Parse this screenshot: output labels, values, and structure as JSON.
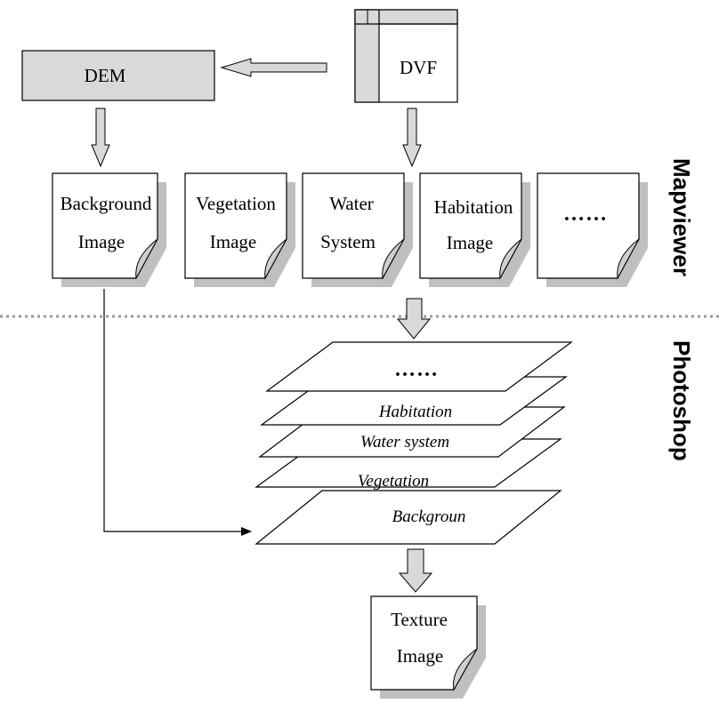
{
  "nodes": {
    "dem": "DEM",
    "dvf": "DVF",
    "background_image": [
      "Background",
      "Image"
    ],
    "vegetation_image": [
      "Vegetation",
      "Image"
    ],
    "water_system": [
      "Water",
      "System"
    ],
    "habitation_image": [
      "Habitation",
      "Image"
    ],
    "more_docs": "……",
    "texture_image": [
      "Texture",
      "Image"
    ]
  },
  "layers": {
    "more": "……",
    "habitation": "Habitation",
    "water_system": "Water system",
    "vegetation": "Vegetation",
    "background": "Backgroun"
  },
  "sections": {
    "top": "Mapviewer",
    "bottom": "Photoshop"
  },
  "colors": {
    "box_fill": "#d9d9d9",
    "shadow": "#bfbfbf",
    "fold": "#cfcfcf",
    "stroke": "#000000",
    "divider": "#9a9a9a"
  }
}
